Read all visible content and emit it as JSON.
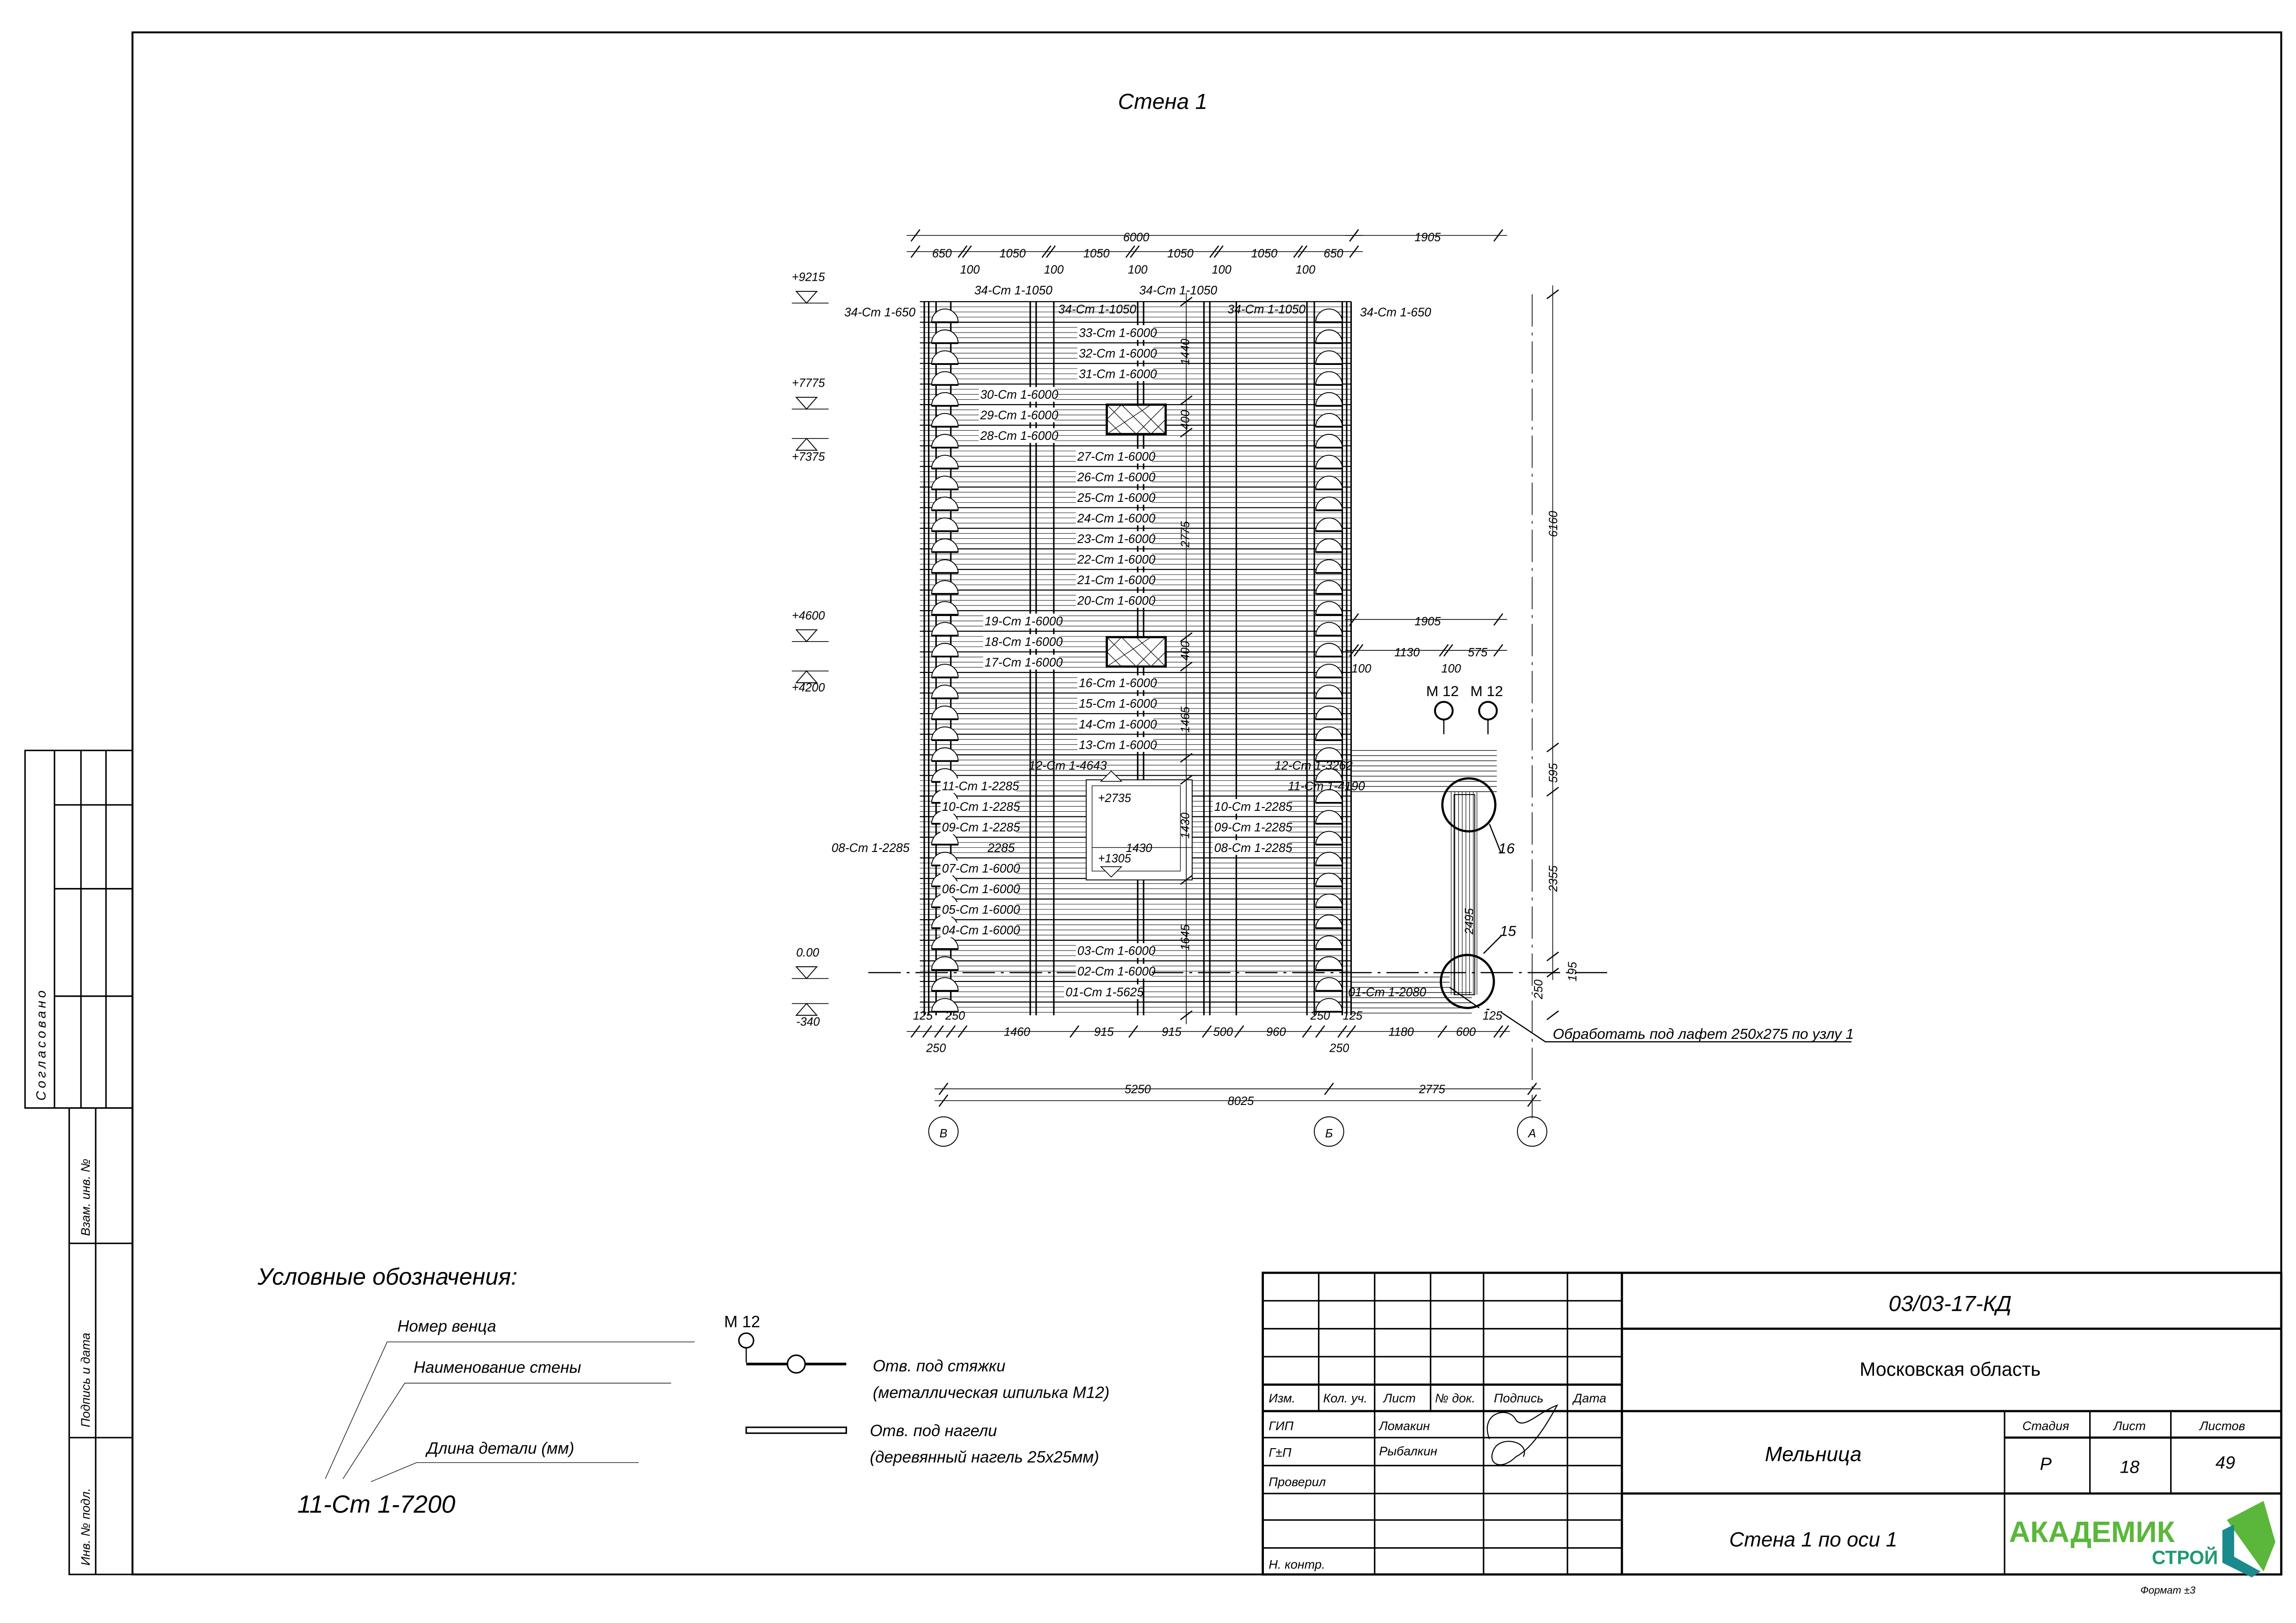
{
  "drawing": {
    "title": "Стена 1",
    "top_dims": {
      "total": "6000",
      "right": "1905",
      "seg": [
        "650",
        "1050",
        "1050",
        "1050",
        "1050",
        "650"
      ],
      "gap": "100"
    },
    "levels": [
      "+9215",
      "+7775",
      "+7375",
      "+4600",
      "+4200",
      "0.00",
      "-340"
    ],
    "top_labels": [
      "34-Ст 1-650",
      "34-Ст 1-1050",
      "34-Ст 1-1050",
      "34-Ст 1-1050",
      "34-Ст 1-1050",
      "34-Ст 1-650"
    ],
    "rows_center_top": [
      "33-Ст 1-6000",
      "32-Ст 1-6000",
      "31-Ст 1-6000"
    ],
    "rows_left_top": [
      "30-Ст 1-6000",
      "29-Ст 1-6000",
      "28-Ст 1-6000"
    ],
    "rows_center_mid": [
      "27-Ст 1-6000",
      "26-Ст 1-6000",
      "25-Ст 1-6000",
      "24-Ст 1-6000",
      "23-Ст 1-6000",
      "22-Ст 1-6000",
      "21-Ст 1-6000",
      "20-Ст 1-6000"
    ],
    "rows_left_mid": [
      "19-Ст 1-6000",
      "18-Ст 1-6000",
      "17-Ст 1-6000"
    ],
    "rows_center_low": [
      "16-Ст 1-6000",
      "15-Ст 1-6000",
      "14-Ст 1-6000",
      "13-Ст 1-6000"
    ],
    "row12_left": "12-Ст 1-4643",
    "row12_right": "12-Ст 1-3262",
    "row11_right": "11-Ст 1-4190",
    "rows_left_low": [
      "11-Ст 1-2285",
      "10-Ст 1-2285",
      "09-Ст 1-2285"
    ],
    "row08_left": "08-Ст 1-2285",
    "row08_inner": "2285",
    "rows_left_bottom": [
      "07-Ст 1-6000",
      "06-Ст 1-6000",
      "05-Ст 1-6000",
      "04-Ст 1-6000"
    ],
    "rows_right_low": [
      "10-Ст 1-2285",
      "09-Ст 1-2285",
      "08-Ст 1-2285"
    ],
    "rows_center_bottom": [
      "03-Ст 1-6000",
      "02-Ст 1-6000",
      "01-Ст 1-5625"
    ],
    "row01_right": "01-Ст 1-2080",
    "door": {
      "top": "+2735",
      "bottom": "+1305",
      "width": "1430",
      "height": "1430"
    },
    "vert_dims": [
      "1440",
      "400",
      "2775",
      "400",
      "1465",
      "1645"
    ],
    "ext_dims": {
      "top": "1905",
      "a": "1130",
      "b": "575",
      "gap1": "100",
      "gap2": "100"
    },
    "bolts": [
      "M 12",
      "M 12"
    ],
    "callouts": [
      "16",
      "15"
    ],
    "post_len": "2495",
    "right_dims": [
      "6160",
      "595",
      "2355",
      "195",
      "250"
    ],
    "bottom_dims": {
      "r1": [
        "125",
        "250",
        "250",
        "125",
        "125"
      ],
      "r2": [
        "1460",
        "915",
        "915",
        "500",
        "960",
        "1180",
        "600"
      ],
      "r3": [
        "250",
        "250"
      ],
      "axis_a": "5250",
      "axis_b": "2775",
      "total": "8025"
    },
    "axes": [
      "В",
      "Б",
      "А"
    ],
    "note": "Обработать под лафет 250х275 по узлу 1"
  },
  "legend": {
    "title": "Условные обозначения:",
    "row_number": "Номер венца",
    "wall_name": "Наименование стены",
    "part_length": "Длина детали (мм)",
    "example": "11-Ст 1-7200",
    "bolt_label": "M 12",
    "bolt_text1": "Отв. под стяжки",
    "bolt_text2": "(металлическая шпилька М12)",
    "dowel_text1": "Отв. под нагели",
    "dowel_text2": "(деревянный нагель 25х25мм)"
  },
  "stamp": {
    "agreed": "Согласовано",
    "replace_inv": "Взам. инв. №",
    "sign_date": "Подпись и дата",
    "inv_orig": "Инв. № подл."
  },
  "title_block": {
    "code": "03/03-17-КД",
    "region": "Московская область",
    "headers": [
      "Изм.",
      "Кол. уч.",
      "Лист",
      "№ док.",
      "Подпись",
      "Дата"
    ],
    "roles": [
      "ГИП",
      "Г±П",
      "Проверил",
      "Н. контр."
    ],
    "names": [
      "Ломакин",
      "Рыбалкин"
    ],
    "object": "Мельница",
    "stage_label": "Стадия",
    "sheet_label": "Лист",
    "sheets_label": "Листов",
    "stage": "Р",
    "sheet": "18",
    "sheets": "49",
    "sheet_title": "Стена 1 по оси 1",
    "logo_top": "АКАДЕМИК",
    "logo_bottom": "СТРОЙ",
    "format": "Формат ±3",
    "colors": {
      "logo_green": "#5bb73b",
      "logo_teal": "#1a8a8c"
    }
  }
}
